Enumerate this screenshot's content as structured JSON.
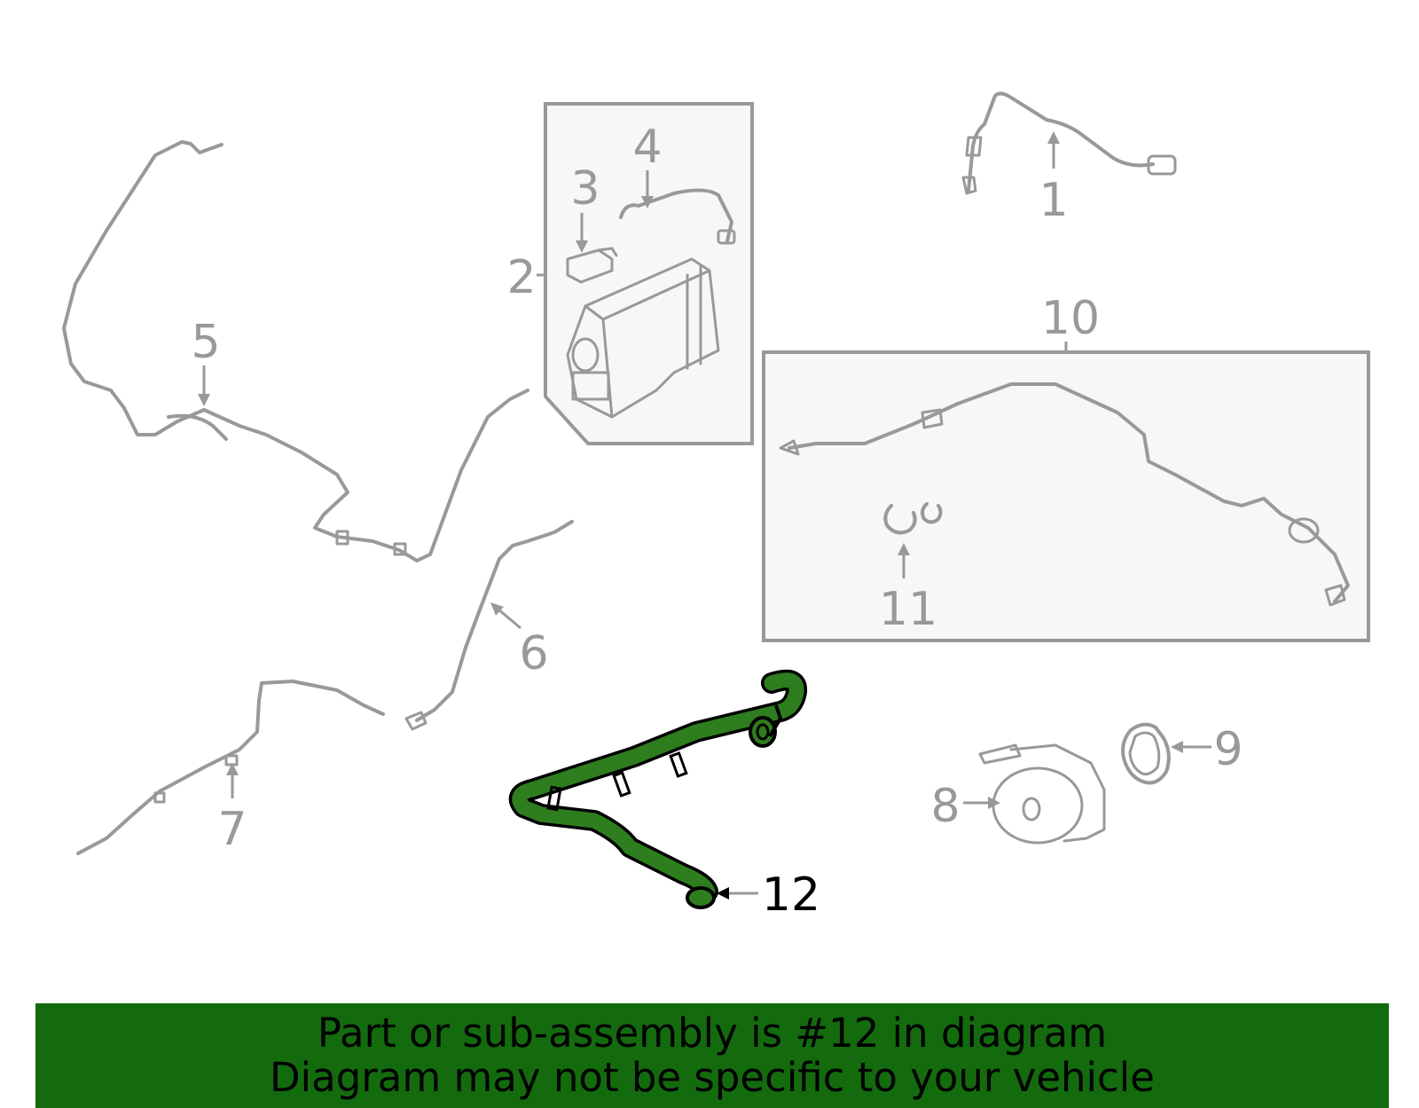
{
  "diagram": {
    "callouts": [
      {
        "id": "1",
        "label": "1"
      },
      {
        "id": "2",
        "label": "2"
      },
      {
        "id": "3",
        "label": "3"
      },
      {
        "id": "4",
        "label": "4"
      },
      {
        "id": "5",
        "label": "5"
      },
      {
        "id": "6",
        "label": "6"
      },
      {
        "id": "7",
        "label": "7"
      },
      {
        "id": "8",
        "label": "8"
      },
      {
        "id": "9",
        "label": "9"
      },
      {
        "id": "10",
        "label": "10"
      },
      {
        "id": "11",
        "label": "11"
      },
      {
        "id": "12",
        "label": "12"
      }
    ],
    "highlighted_part": "12",
    "colors": {
      "part_line": "#999999",
      "highlight_fill": "#2e7d1e",
      "highlight_stroke": "#000000",
      "banner_background": "#136b0e"
    }
  },
  "banner": {
    "line1": "Part or sub-assembly is #12 in diagram",
    "line2": "Diagram may not be specific to your vehicle"
  }
}
